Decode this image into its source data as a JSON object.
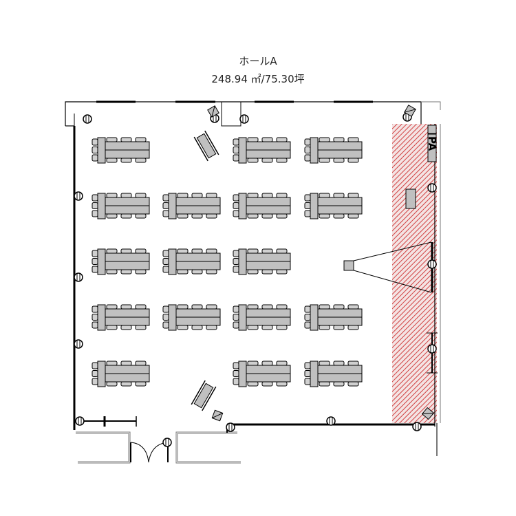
{
  "header": {
    "room_name": "ホールA",
    "area": "248.94 ㎡/75.30坪"
  },
  "equipment": {
    "pa_label": "PA"
  },
  "colors": {
    "table_fill": "#c0c0c0",
    "stage_hatch": "#d04040",
    "wall": "#000000"
  },
  "table_layout": [
    [
      1,
      0,
      1,
      1
    ],
    [
      1,
      1,
      1,
      1
    ],
    [
      1,
      1,
      1,
      0
    ],
    [
      1,
      1,
      1,
      1
    ],
    [
      1,
      0,
      1,
      1
    ]
  ]
}
